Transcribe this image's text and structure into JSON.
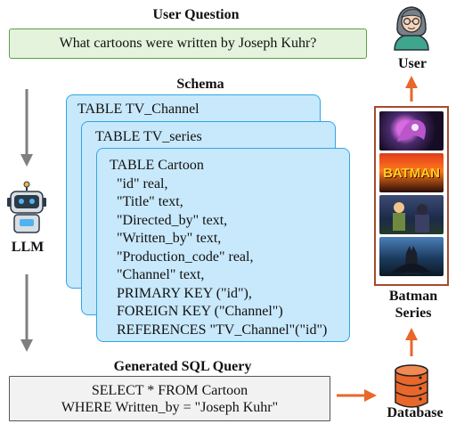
{
  "user_question": {
    "title": "User Question",
    "text": "What cartoons were written by Joseph Kuhr?"
  },
  "schema": {
    "title": "Schema",
    "tables": [
      {
        "header": "TABLE TV_Channel"
      },
      {
        "header": "TABLE TV_series"
      },
      {
        "header": "TABLE Cartoon",
        "columns": [
          "\"id\" real,",
          "\"Title\" text,",
          "\"Directed_by\" text,",
          "\"Written_by\" text,",
          "\"Production_code\" real,",
          "\"Channel\" text,",
          "PRIMARY KEY (\"id\"),",
          "FOREIGN KEY (\"Channel\")",
          "REFERENCES \"TV_Channel\"(\"id\")"
        ]
      }
    ]
  },
  "sql": {
    "title": "Generated SQL Query",
    "line1": "SELECT * FROM Cartoon",
    "line2": "WHERE Written_by = \"Joseph Kuhr\""
  },
  "labels": {
    "llm": "LLM",
    "user": "User",
    "batman_line1": "Batman",
    "batman_line2": "Series",
    "database": "Database"
  },
  "film_caption": "BATMAN",
  "icons": [
    "user-icon",
    "robot-icon",
    "database-icon"
  ],
  "colors": {
    "question_fill": "#e4f3dc",
    "question_border": "#5aa04a",
    "schema_fill": "#c8e8fb",
    "schema_border": "#2fa6e6",
    "sql_fill": "#f2f2f2",
    "gray_arrow": "#7f7f7f",
    "orange_arrow": "#e8672a",
    "database": "#e8672a",
    "film_frame": "#a64a2e"
  }
}
